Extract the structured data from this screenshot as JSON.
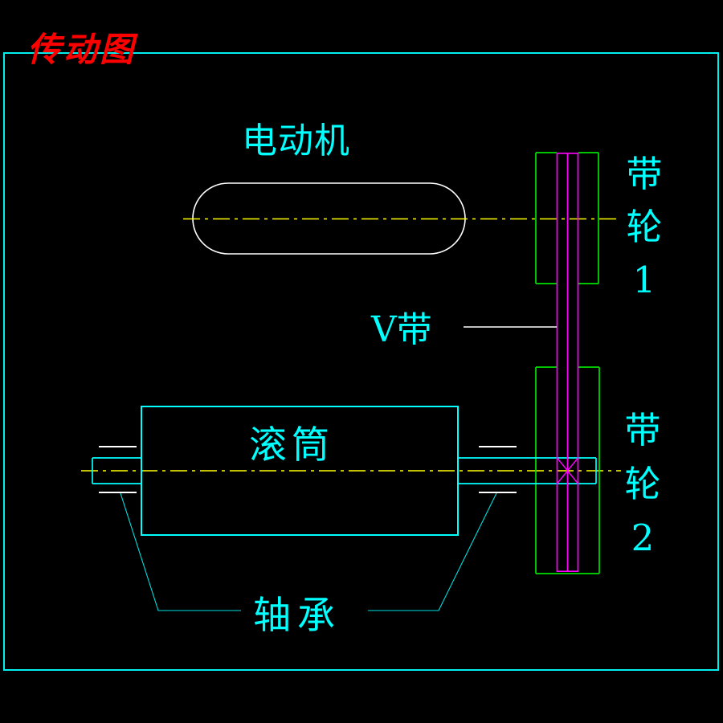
{
  "title": "传动图",
  "labels": {
    "motor": "电动机",
    "v_belt": "V带",
    "pulley1": "带轮1",
    "pulley2": "带轮2",
    "roller": "滚筒",
    "bearing": "轴承"
  },
  "colors": {
    "background": "#000000",
    "frame": "#00FFFF",
    "title_text": "#FF0000",
    "label_text": "#00FFFF",
    "motor_outline": "#FFFFFF",
    "centerline": "#FFFF00",
    "pulley_outline": "#00FF00",
    "belt": "#FF00FF",
    "roller_outline": "#00FFFF",
    "bearing_tick": "#FFFFFF",
    "leader_line": "#00FFFF"
  }
}
